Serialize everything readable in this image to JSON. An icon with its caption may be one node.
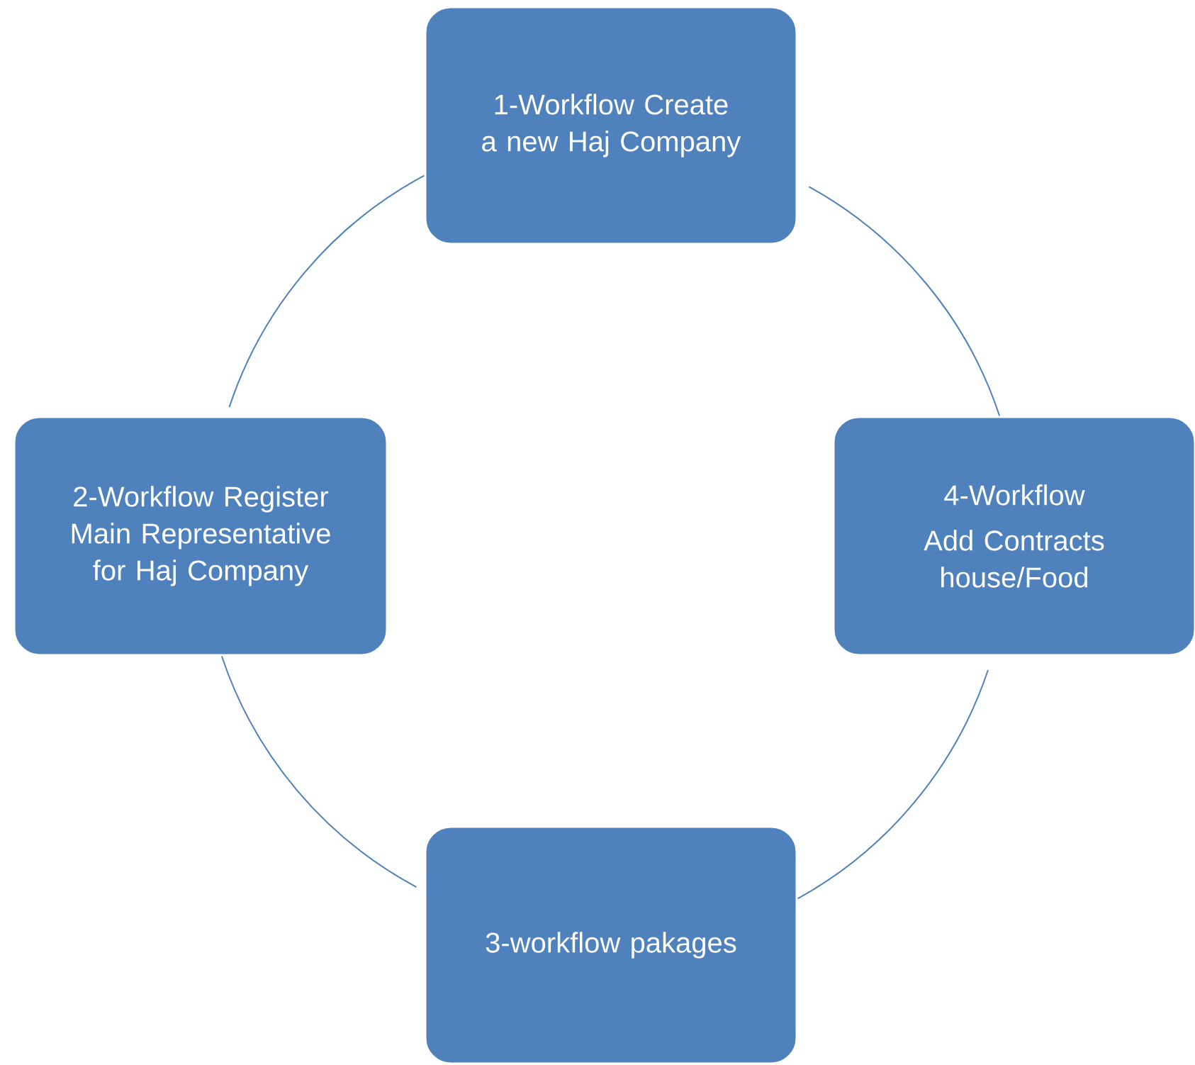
{
  "diagram": {
    "nodes": [
      {
        "text": [
          "1-Workflow Create a new Haj Company"
        ]
      },
      {
        "text": [
          "2-Workflow Register Main Representative for Haj Company"
        ]
      },
      {
        "text": [
          "3-workflow pakages"
        ]
      },
      {
        "text": [
          "4-Workflow",
          "Add Contracts house/Food"
        ]
      }
    ],
    "edges": [
      {
        "from": 0,
        "to": 1,
        "arrow": "none"
      },
      {
        "from": 1,
        "to": 2,
        "arrow": "none"
      },
      {
        "from": 2,
        "to": 3,
        "arrow": "none"
      },
      {
        "from": 3,
        "to": 0,
        "arrow": "none"
      }
    ]
  }
}
